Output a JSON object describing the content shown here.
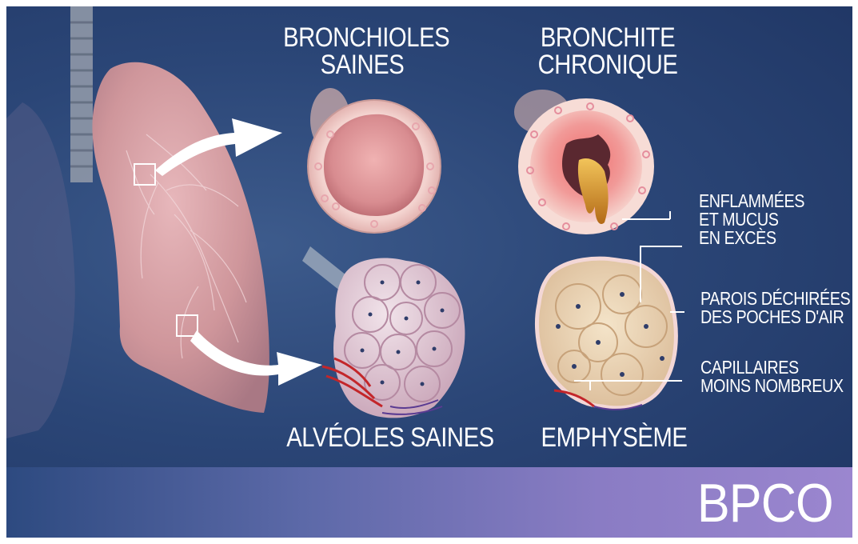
{
  "titles": {
    "bronchioles_saines": [
      "BRONCHIOLES",
      "SAINES"
    ],
    "bronchite_chronique": [
      "BRONCHITE",
      "CHRONIQUE"
    ],
    "alveoles_saines": "ALVÉOLES SAINES",
    "emphyseme": "EMPHYSÈME"
  },
  "annotations": {
    "enflammees": [
      "ENFLAMMÉES",
      "ET MUCUS",
      "EN EXCÈS"
    ],
    "parois": [
      "PAROIS DÉCHIRÉES",
      "DES POCHES D'AIR"
    ],
    "capillaires": [
      "CAPILLAIRES",
      "MOINS NOMBREUX"
    ]
  },
  "banner": {
    "text": "BPCO"
  },
  "colors": {
    "background": "#2b4677",
    "lung_tissue": "#d9a3a8",
    "bronchiole_lumen": "#e6a0a4",
    "mucus": "#d48a2a",
    "emphysema_tissue": "#e8d3b8",
    "banner_end": "#9b86cf"
  }
}
